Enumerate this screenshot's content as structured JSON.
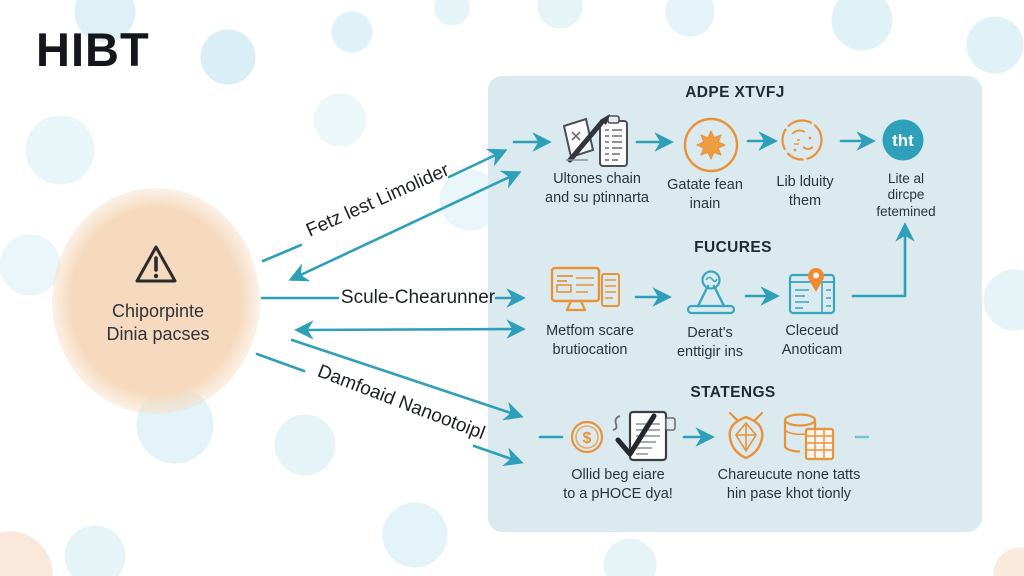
{
  "title": "HIBT",
  "source_blob": {
    "icon": "warning-triangle-icon",
    "line1": "Chiporpinte",
    "line2": "Dinia pacses"
  },
  "connectors": {
    "top_label": "Fetz lest Limolider",
    "mid_label": "Scule-Chearunner",
    "bottom_label": "Damfoaid Nanootoipl"
  },
  "panel": {
    "sections": [
      {
        "header": "ADPE XTVFJ",
        "items": [
          {
            "icon": "clipboard-pen-icon",
            "label_lines": [
              "Ultones chain",
              "and su ptinnarta"
            ]
          },
          {
            "icon": "starburst-icon",
            "label_lines": [
              "Gatate fean",
              "inain"
            ]
          },
          {
            "icon": "globe-sketch-icon",
            "label_lines": [
              "Lib lduity",
              "them"
            ]
          },
          {
            "icon": "tht-badge-icon",
            "badge_text": "tht",
            "label_lines": [
              "Lite al",
              "dircpe",
              "fetemined"
            ]
          }
        ]
      },
      {
        "header": "FUCURES",
        "items": [
          {
            "icon": "monitor-icon",
            "label_lines": [
              "Metfom scare",
              "brutiocation"
            ]
          },
          {
            "icon": "hologram-icon",
            "label_lines": [
              "Derat's",
              "enttigir ins"
            ]
          },
          {
            "icon": "map-pin-icon",
            "label_lines": [
              "Cleceud",
              "Anoticam"
            ]
          }
        ]
      },
      {
        "header": "STATENGS",
        "items": [
          {
            "icon": "dollar-document-icon",
            "label_lines": [
              "Ollid beg eiare",
              "to a pHOCE dya!"
            ]
          },
          {
            "icon": "gem-database-icon",
            "label_lines": [
              "Chareucute none tatts",
              "hin pase khot tionly"
            ]
          }
        ]
      }
    ]
  },
  "colors": {
    "arrow_teal": "#2d9fb8",
    "icon_orange": "#e8923a",
    "panel_bg": "#dbeaee",
    "blob_bg": "#f6dabf",
    "badge_teal": "#2fa0ba",
    "text_dark": "#1d2126"
  }
}
